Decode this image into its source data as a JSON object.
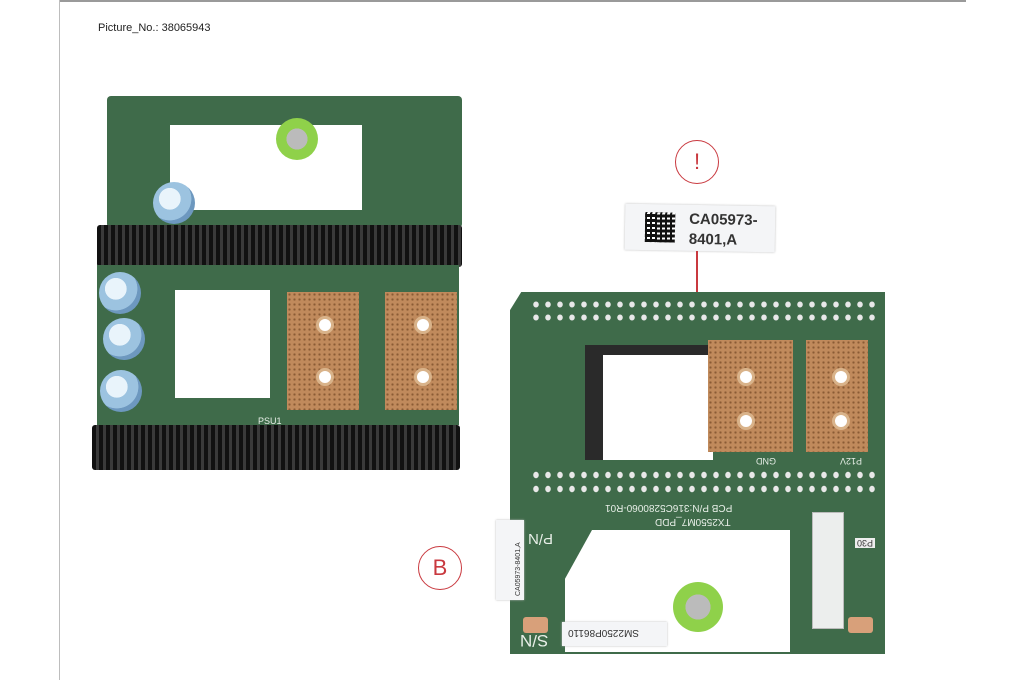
{
  "picture_number": "Picture_No.: 38065943",
  "callouts": {
    "info": "!",
    "board": "B"
  },
  "label": {
    "line1": "CA05973-",
    "line2": "8401,A"
  },
  "board_a": {
    "silk_psu": "PSU1"
  },
  "board_b": {
    "pcb_pn": "PCB P/N:316C5280060-R01",
    "model": "TX2550M7_PDD",
    "gnd": "GND",
    "p12v": "P12V",
    "pn_mark": "P/N",
    "sn_mark": "S/N",
    "serial": "SM2250P86110",
    "p30": "P30",
    "small_label": "CA05973-8401,A"
  },
  "colors": {
    "pcb": "#3f6b4a",
    "callout": "#c9393f",
    "copper": "#c08a5c"
  }
}
